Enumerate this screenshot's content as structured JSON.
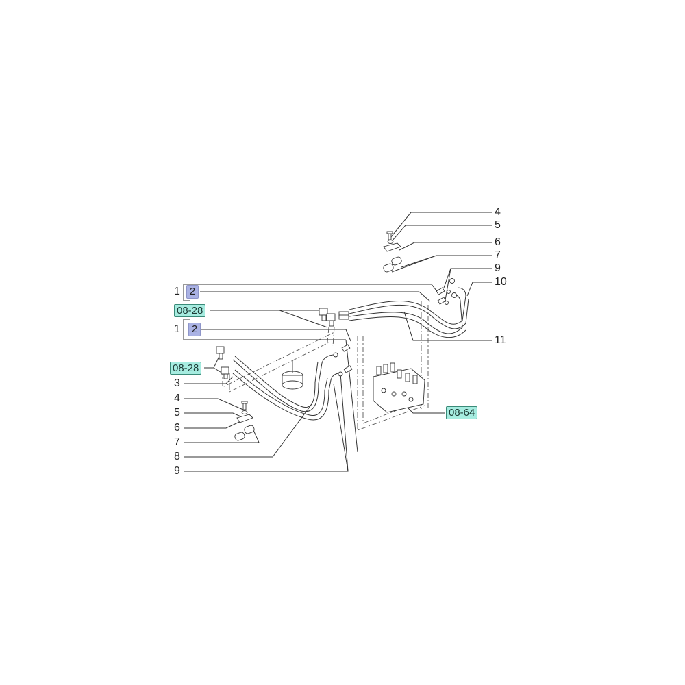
{
  "diagram": {
    "type": "exploded-parts-diagram",
    "colors": {
      "line": "#333333",
      "ref_box_fill": "#a6ece0",
      "ref_box_border": "#3a8a78",
      "qty_box_fill": "#aab2e4",
      "qty_box_border": "#8e95c9"
    },
    "right_callouts": [
      {
        "num": "4"
      },
      {
        "num": "5"
      },
      {
        "num": "6"
      },
      {
        "num": "7"
      },
      {
        "num": "9"
      },
      {
        "num": "10"
      },
      {
        "num": "11"
      }
    ],
    "left_callouts": [
      {
        "num": "1"
      },
      {
        "num": "1"
      },
      {
        "num": "3"
      },
      {
        "num": "4"
      },
      {
        "num": "5"
      },
      {
        "num": "6"
      },
      {
        "num": "7"
      },
      {
        "num": "8"
      },
      {
        "num": "9"
      }
    ],
    "qty_boxes": [
      {
        "label": "2"
      },
      {
        "label": "2"
      }
    ],
    "ref_boxes": [
      {
        "label": "08-28"
      },
      {
        "label": "08-28"
      },
      {
        "label": "08-64"
      }
    ]
  }
}
